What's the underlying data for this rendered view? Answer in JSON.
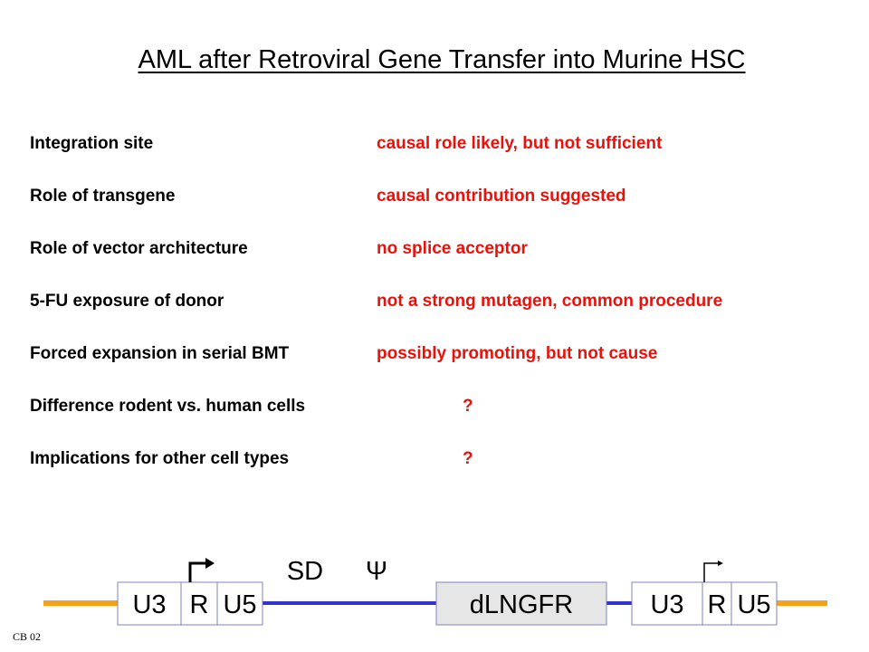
{
  "title": "AML after Retroviral Gene Transfer into Murine HSC",
  "rows": [
    {
      "label": "Integration site",
      "value": "causal role likely, but not sufficient"
    },
    {
      "label": "Role of transgene",
      "value": "causal contribution suggested"
    },
    {
      "label": "Role of vector architecture",
      "value": "no splice acceptor"
    },
    {
      "label": "5-FU exposure of donor",
      "value": "not a strong mutagen, common procedure"
    },
    {
      "label": "Forced expansion in serial BMT",
      "value": "possibly promoting, but not cause"
    },
    {
      "label": "Difference rodent vs. human cells",
      "value": "?"
    },
    {
      "label": "Implications for other cell types",
      "value": "?"
    }
  ],
  "vector": {
    "ltr_left": {
      "u3": "U3",
      "r": "R",
      "u5": "U5"
    },
    "sd": "SD",
    "psi": "Ψ",
    "transgene": "dLNGFR",
    "ltr_right": {
      "u3": "U3",
      "r": "R",
      "u5": "U5"
    }
  },
  "colors": {
    "accent_text": "#e8120c",
    "flank_line": "#f4a21b",
    "vector_line": "#3333c8",
    "transgene_fill": "#e6e6e6",
    "box_border": "#8080c0"
  },
  "footer": "CB 02"
}
